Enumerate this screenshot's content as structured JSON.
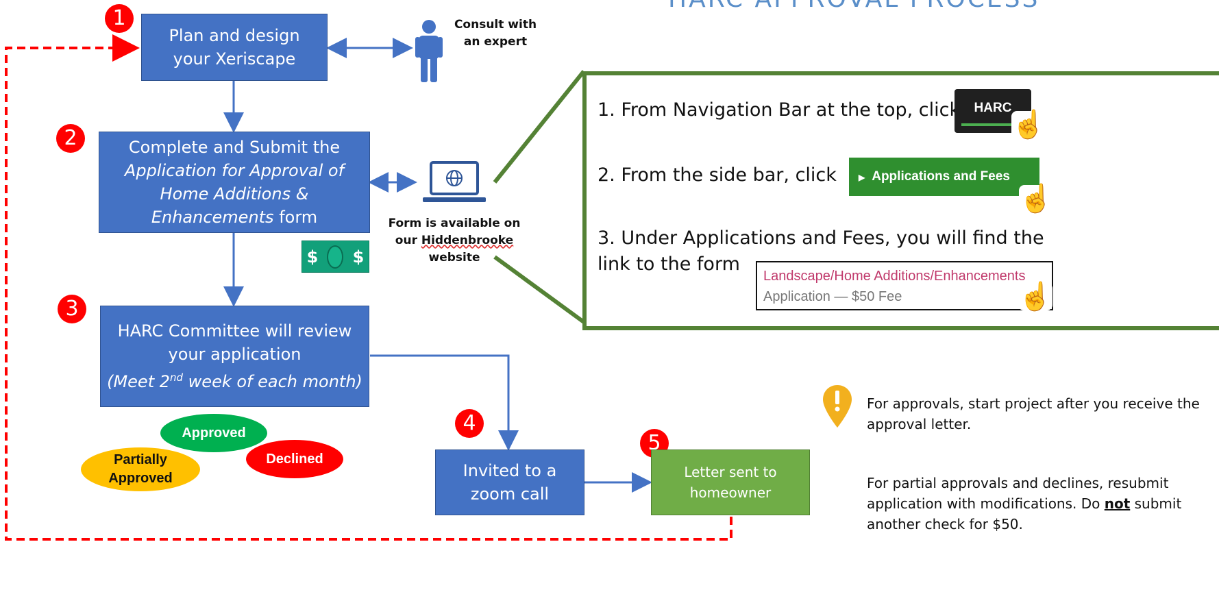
{
  "title": "HARC APPROVAL PROCESS",
  "steps": {
    "s1": {
      "num": "1",
      "text": "Plan and design your Xeriscape"
    },
    "s2": {
      "num": "2",
      "line1": "Complete and Submit the",
      "line2": "Application for Approval of",
      "line3": "Home Additions &",
      "line4_italic": "Enhancements",
      "line4_rest": " form"
    },
    "s3": {
      "num": "3",
      "line1": "HARC Committee will review",
      "line2": "your application",
      "line3_a": "(Meet 2",
      "line3_sup": "nd",
      "line3_b": " week of each month)"
    },
    "s4": {
      "num": "4",
      "text": "Invited to a zoom call"
    },
    "s5": {
      "num": "5",
      "text": "Letter sent to homeowner"
    }
  },
  "consult": {
    "text": "Consult with an expert",
    "icon": "person-icon"
  },
  "form_note": {
    "line1": "Form is available on",
    "line2_a": "our ",
    "line2_b": "Hiddenbrooke",
    "line3": "website",
    "icon": "laptop-globe-icon"
  },
  "money_icon": {
    "left": "$",
    "right": "$"
  },
  "outcomes": {
    "approved": "Approved",
    "declined": "Declined",
    "partial": "Partially Approved"
  },
  "instructions": {
    "step1": "1. From Navigation Bar at the top, click",
    "harc_button": "HARC",
    "step2": "2. From the side bar, click",
    "applications_button": "Applications and Fees",
    "step3_line1": "3. Under Applications and Fees, you will find the",
    "step3_line2": "link to the form",
    "link_text": "Landscape/Home Additions/Enhancements",
    "link_sub": "Application — $50 Fee"
  },
  "notes": {
    "approvals": "For approvals, start project after you receive the approval letter.",
    "partial_a": "For partial approvals and declines, resubmit application with modifications.  Do ",
    "partial_not": "not",
    "partial_b": " submit another check for $50."
  },
  "colors": {
    "box_blue": "#4472c4",
    "box_green": "#70ad47",
    "panel_border": "#548235",
    "badge_red": "#ff0000",
    "approved": "#00b050",
    "declined": "#ff0000",
    "partial": "#ffc000",
    "dashed_loop": "#ff0000",
    "note_icon": "#f2b01e"
  }
}
